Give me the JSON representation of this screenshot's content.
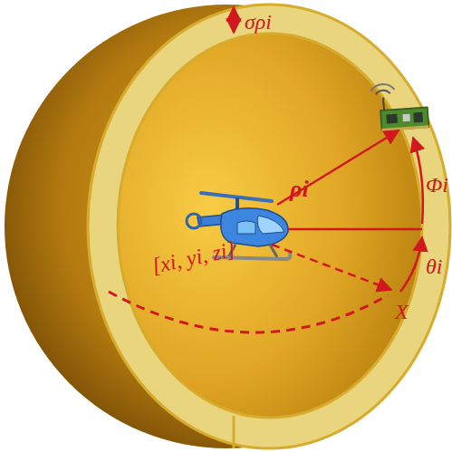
{
  "diagram": {
    "labels": [
      "σρi",
      "ρi",
      "Φi",
      "θi",
      "X",
      "[xi, yi, zi]"
    ]
  }
}
